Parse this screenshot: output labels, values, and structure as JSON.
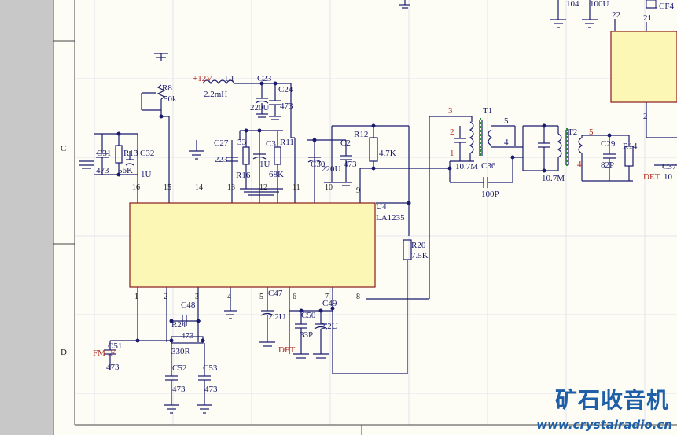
{
  "zones": [
    "C",
    "D"
  ],
  "ic": {
    "ref": "U4",
    "part": "LA1235",
    "pins_bottom": [
      "1",
      "2",
      "3",
      "4",
      "5",
      "6",
      "7",
      "8"
    ],
    "pins_top": [
      "16",
      "15",
      "14",
      "13",
      "12",
      "11",
      "10",
      "9"
    ]
  },
  "top_labels": {
    "r104": "104",
    "c100u": "100U",
    "p22": "22",
    "p21": "21",
    "cf4": "CF4",
    "p2": "2",
    "c37": "C37",
    "c37v": "10",
    "det_right": "DET"
  },
  "power": {
    "vcc": "+12V",
    "l1": "L1",
    "l1v": "2.2mH",
    "c23": "C23",
    "c24": "C24",
    "c220u": "220U",
    "c473a": "473"
  },
  "left": {
    "r8": "R8",
    "r8v": "50k",
    "c31": "C31",
    "r13": "R13",
    "c32": "C32",
    "c31v": "473",
    "r13v": "56K",
    "c32v": "1U"
  },
  "mid": {
    "c27": "C27",
    "c27v": "223",
    "r16": "R16",
    "c33": "33",
    "c3": "C3",
    "r11": "R11",
    "u1": "1U",
    "r68": "68K",
    "c30": "C30",
    "c30v": "220U",
    "c2": "C2",
    "r12": "R12",
    "c2v": "473",
    "r12v": "4.7K"
  },
  "if": {
    "t1": "T1",
    "n3": "3",
    "n2": "2",
    "n1": "1",
    "n5": "5",
    "n4": "4",
    "t1v": "10.7M",
    "c36": "C36",
    "c36v": "100P",
    "t2": "T2",
    "t2v": "10.7M",
    "n5b": "5",
    "n4b": "4",
    "c29": "C29",
    "c29v": "82P",
    "r14": "R14"
  },
  "r20": {
    "ref": "R20",
    "val": "7.5K"
  },
  "bottom": {
    "c48": "C48",
    "r24": "R24",
    "r24v": "473",
    "r330": "330R",
    "c51": "C51",
    "fmif": "FM IF",
    "c51v": "473",
    "c52": "C52",
    "c52v": "473",
    "c53": "C53",
    "c53v": "473",
    "c47": "C47",
    "c47v": "2.2U",
    "c50": "C50",
    "c50v": "33P",
    "c49": "C49",
    "c49v": "2.2U",
    "det": "DET"
  },
  "watermark": {
    "cn": "矿石收音机",
    "url": "www.crystalradio.cn"
  },
  "colors": {
    "sheet": "#fdfdf6",
    "wire": "#1a1a6e",
    "body": "#fcf7b4",
    "pinlabel": "#b0281e",
    "frame": "#444444"
  }
}
